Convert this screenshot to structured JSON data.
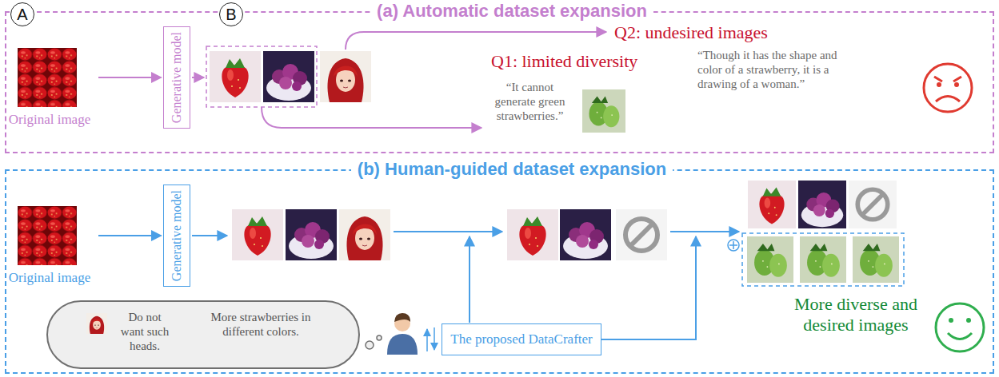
{
  "diagram": {
    "nodes": [
      {
        "text": [
          "(a) Automatic dataset expansion"
        ]
      },
      {
        "text": [
          "A"
        ],
        "in": 0
      },
      {
        "text": [
          "Original image"
        ],
        "in": 0
      },
      {
        "text": [
          "Generative model"
        ],
        "in": 0
      },
      {
        "text": [
          "B"
        ],
        "in": 0
      },
      {
        "text": [
          "(b) Human-guided dataset expansion"
        ]
      },
      {
        "text": [
          "Original image"
        ],
        "in": 5
      },
      {
        "text": [
          "Generative model"
        ],
        "in": 5
      },
      {
        "text": [
          "Do not want such heads.",
          "More strawberries in different colors."
        ],
        "in": 5
      },
      {
        "text": [
          "The proposed DataCrafter"
        ],
        "in": 5
      }
    ],
    "edges": [
      {
        "from": 2,
        "to": 3,
        "arrow": "to"
      },
      {
        "from": 6,
        "to": 7,
        "arrow": "to"
      }
    ],
    "labels": [
      "Q1: limited diversity",
      "“It cannot generate green strawberries.”",
      "Q2: undesired images",
      "“Though it has the shape and color of a strawberry, it is a drawing of a woman.”",
      "More diverse and desired images"
    ]
  }
}
